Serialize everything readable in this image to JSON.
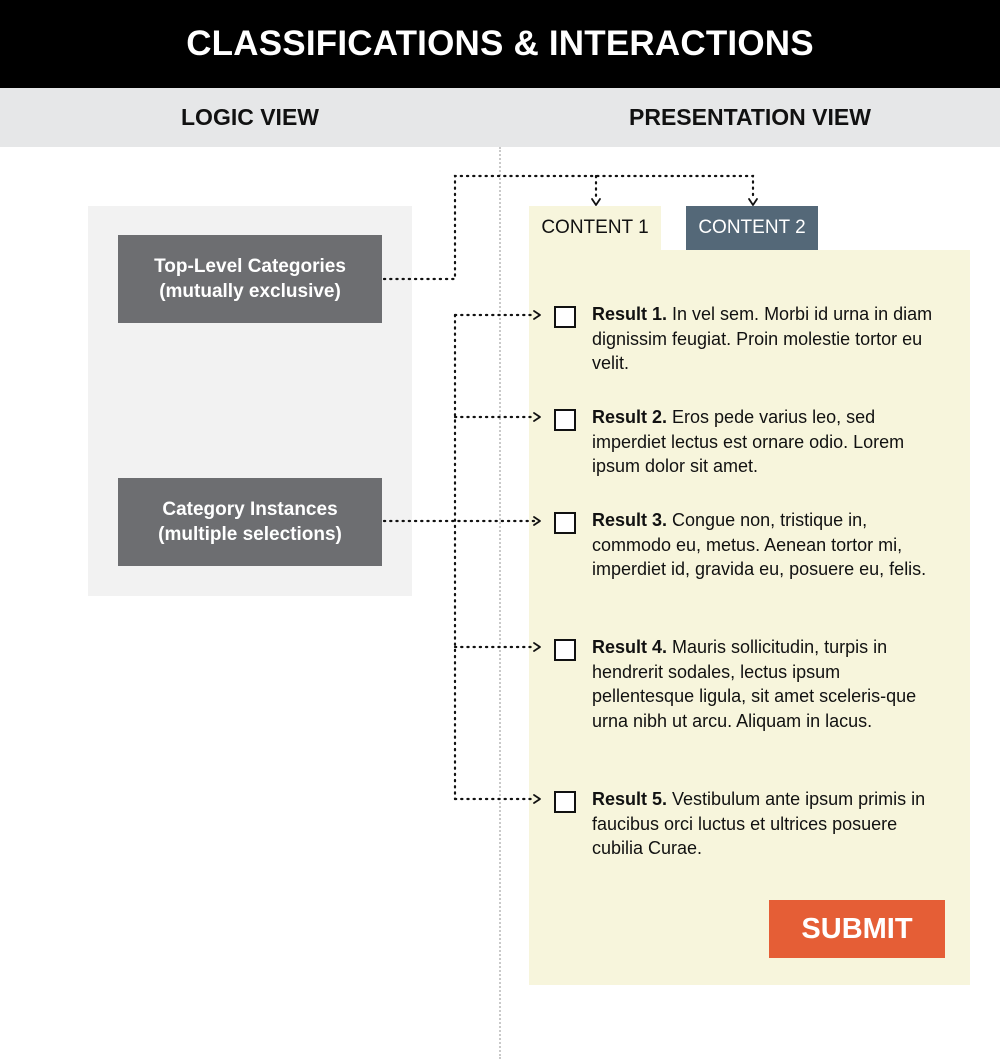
{
  "title": "CLASSIFICATIONS & INTERACTIONS",
  "columns": {
    "logic": "LOGIC VIEW",
    "presentation": "PRESENTATION VIEW"
  },
  "logic_boxes": {
    "top_level": {
      "line1": "Top-Level Categories",
      "line2": "(mutually exclusive)"
    },
    "instances": {
      "line1": "Category Instances",
      "line2": "(multiple selections)"
    }
  },
  "tabs": [
    {
      "label": "CONTENT 1",
      "active": true
    },
    {
      "label": "CONTENT 2",
      "active": false
    }
  ],
  "results": [
    {
      "label": "Result 1.",
      "text": " In vel sem. Morbi id urna in diam dignissim feugiat. Proin molestie tortor eu velit.",
      "checked": false
    },
    {
      "label": "Result 2.",
      "text": " Eros pede varius leo, sed imperdiet lectus est ornare odio. Lorem ipsum dolor sit amet.",
      "checked": false
    },
    {
      "label": "Result 3.",
      "text": " Congue non, tristique in, commodo eu, metus. Aenean tortor mi, imperdiet id, gravida eu, posuere eu, felis.",
      "checked": false
    },
    {
      "label": "Result 4.",
      "text": " Mauris sollicitudin, turpis in hendrerit sodales, lectus ipsum pellentesque ligula, sit amet sceleris-que urna nibh ut arcu. Aliquam in lacus.",
      "checked": false
    },
    {
      "label": "Result 5.",
      "text": " Vestibulum ante ipsum primis in faucibus orci luctus et ultrices posuere cubilia Curae.",
      "checked": false
    }
  ],
  "submit_label": "SUBMIT",
  "colors": {
    "title_bar": "#000000",
    "header_row": "#e6e7e8",
    "logic_panel": "#f2f2f2",
    "logic_box": "#6d6e71",
    "content_panel": "#f7f5dc",
    "inactive_tab": "#546878",
    "submit": "#e55e36"
  }
}
